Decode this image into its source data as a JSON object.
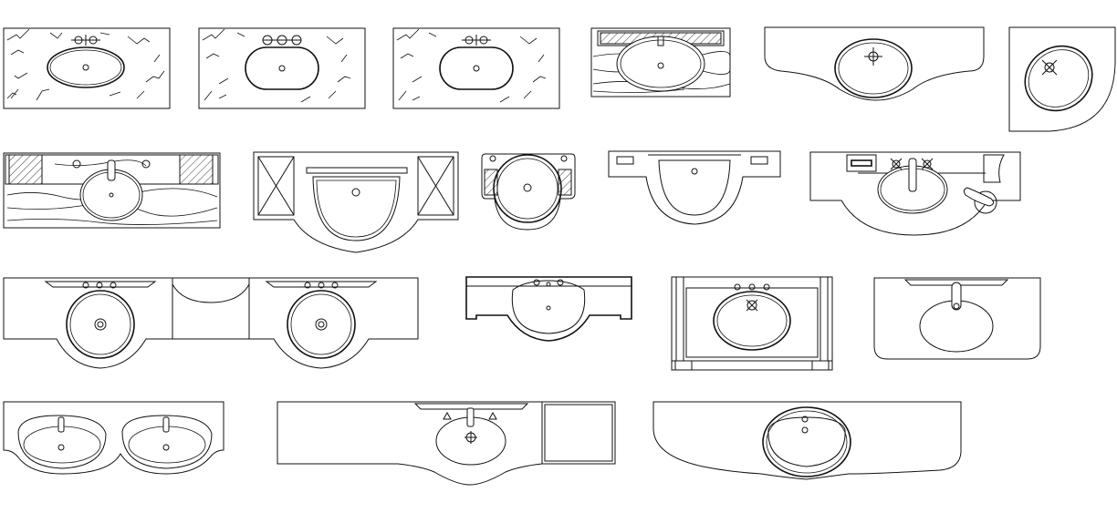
{
  "sheet": {
    "background": "#ffffff",
    "line_color": "#111111",
    "symbols": [
      "marble-vanity-oval-sink",
      "marble-vanity-three-tap",
      "marble-vanity-two-tap",
      "hatched-backsplash-vanity",
      "curved-vanity-oval-sink",
      "corner-vanity-sink",
      "cabinet-vanity-marble",
      "bow-front-vanity-cabinets",
      "round-wall-sink",
      "half-round-console-sink",
      "vanity-with-accessories",
      "double-bow-vanity",
      "console-basin-sink",
      "framed-cabinet-vanity",
      "rounded-vanity-single-tap",
      "double-oval-vanity",
      "long-bow-vanity",
      "large-curved-vanity"
    ]
  }
}
